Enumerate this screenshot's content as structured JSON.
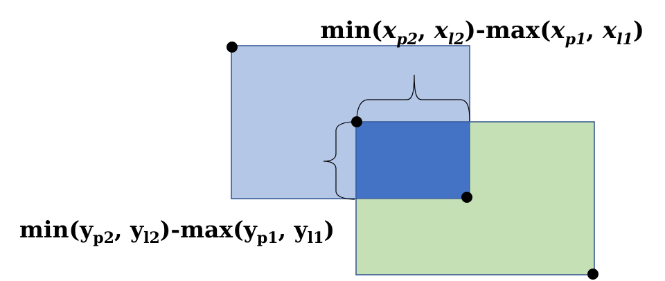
{
  "diagram": {
    "colors": {
      "predicted_box_fill": "#b4c7e7",
      "predicted_box_stroke": "#2f528f",
      "label_box_fill": "#c5e0b4",
      "label_box_stroke": "#2f528f",
      "intersection_fill": "#4472c4",
      "point": "#000000"
    },
    "top_formula": {
      "min_func": "min(",
      "a_var": "x",
      "a_sub": "p2",
      "sep1": ", ",
      "b_var": "x",
      "b_sub": "l2",
      "mid": ")-max(",
      "c_var": "x",
      "c_sub": "p1",
      "sep2": ", ",
      "d_var": "x",
      "d_sub": "l1",
      "close": ")"
    },
    "left_formula": {
      "min_func": "min(",
      "a_var": "y",
      "a_sub": "p2",
      "sep1": ", ",
      "b_var": "y",
      "b_sub": "l2",
      "mid": ")-max(",
      "c_var": "y",
      "c_sub": "p1",
      "sep2": ", ",
      "d_var": "y",
      "d_sub": "l1",
      "close": ")"
    }
  }
}
